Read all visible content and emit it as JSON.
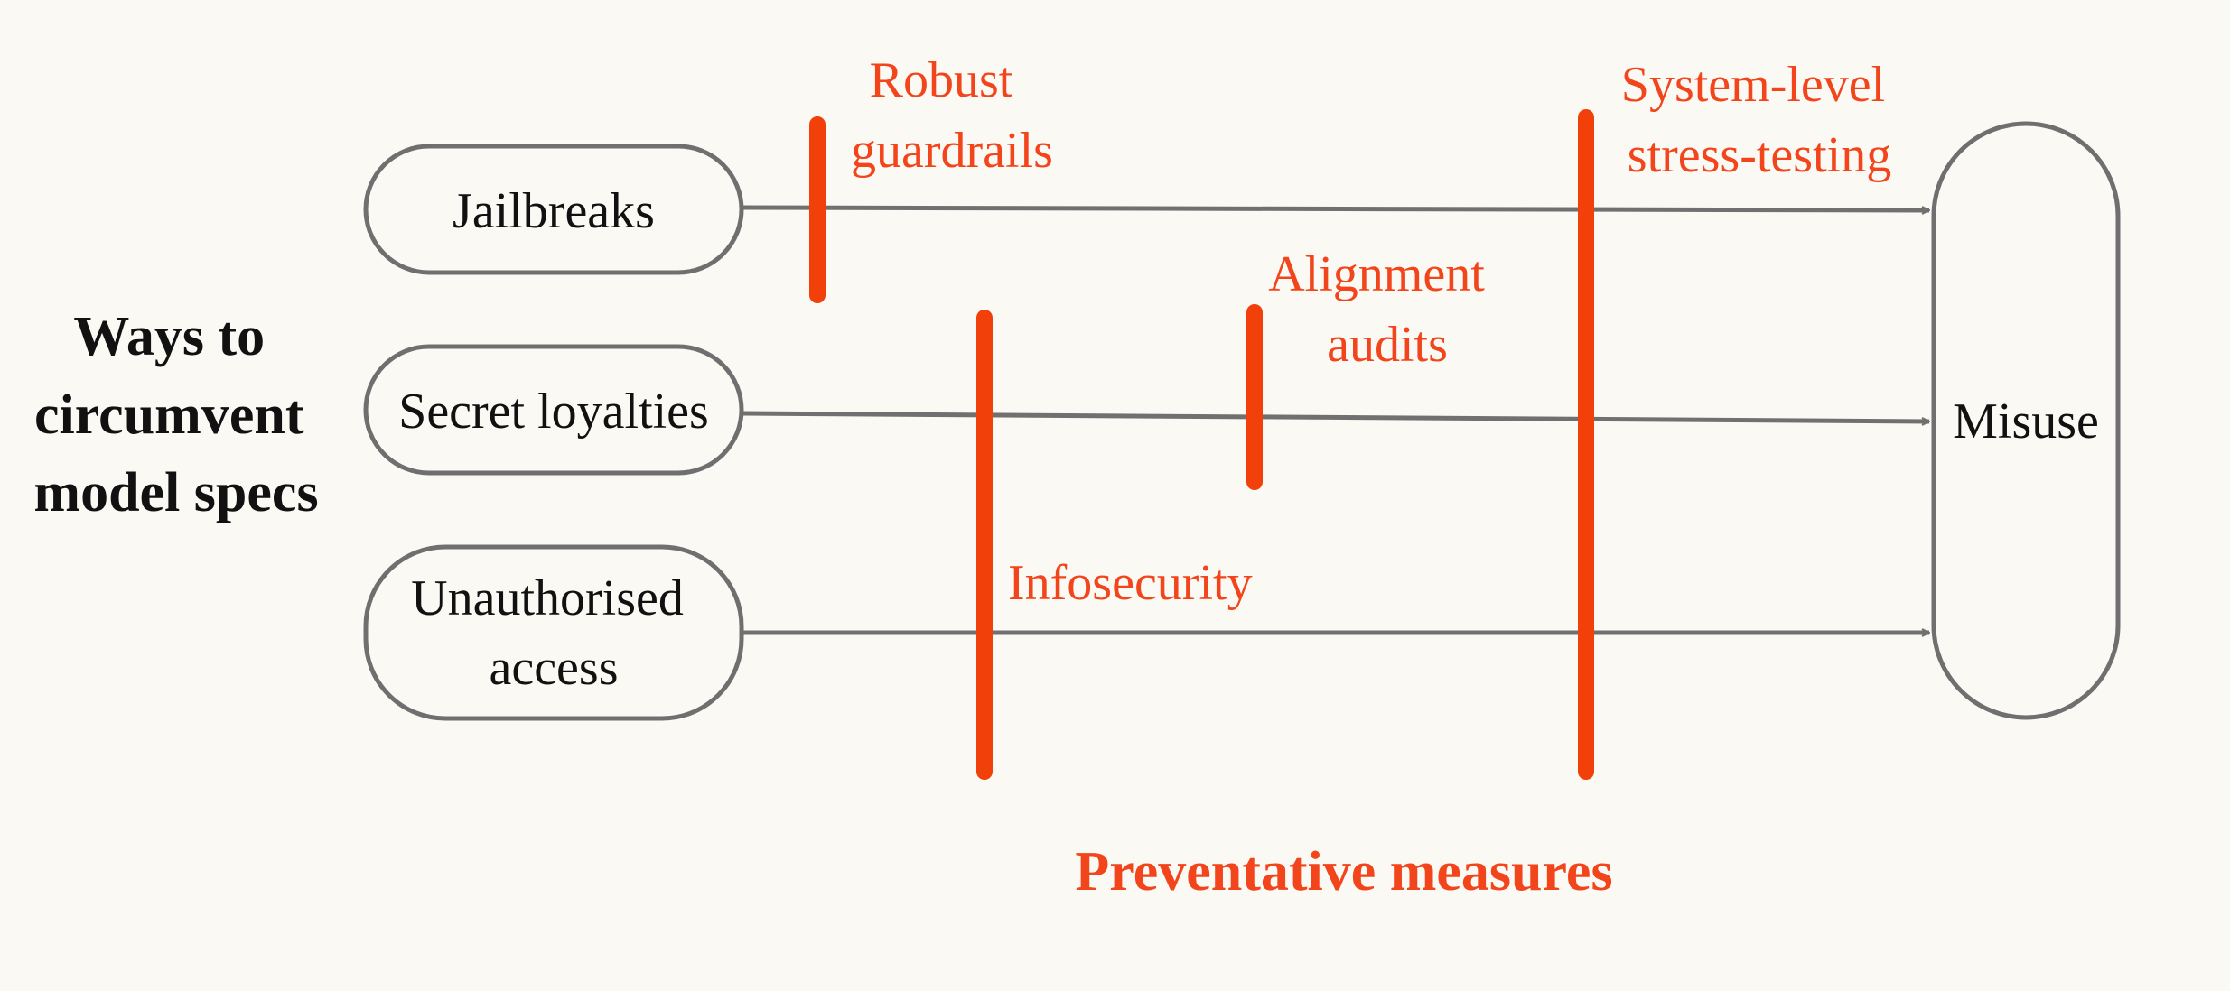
{
  "left_heading": {
    "lines": [
      "Ways to",
      "circumvent",
      "model specs"
    ]
  },
  "sources": [
    {
      "id": "jailbreaks",
      "lines": [
        "Jailbreaks"
      ]
    },
    {
      "id": "secret-loyalties",
      "lines": [
        "Secret loyalties"
      ]
    },
    {
      "id": "unauthorised-access",
      "lines": [
        "Unauthorised",
        "access"
      ]
    }
  ],
  "target": {
    "label": "Misuse"
  },
  "measures": [
    {
      "id": "robust-guardrails",
      "lines": [
        "Robust",
        "guardrails"
      ]
    },
    {
      "id": "alignment-audits",
      "lines": [
        "Alignment",
        "audits"
      ]
    },
    {
      "id": "infosecurity",
      "lines": [
        "Infosecurity"
      ]
    },
    {
      "id": "system-level-stress-testing",
      "lines": [
        "System-level",
        "stress-testing"
      ]
    }
  ],
  "bottom_heading": "Preventative measures",
  "colors": {
    "accent": "#f2400a",
    "node_stroke": "#6f6f6f",
    "arrow": "#707070",
    "text": "#111111",
    "background": "#fbf9f4"
  }
}
